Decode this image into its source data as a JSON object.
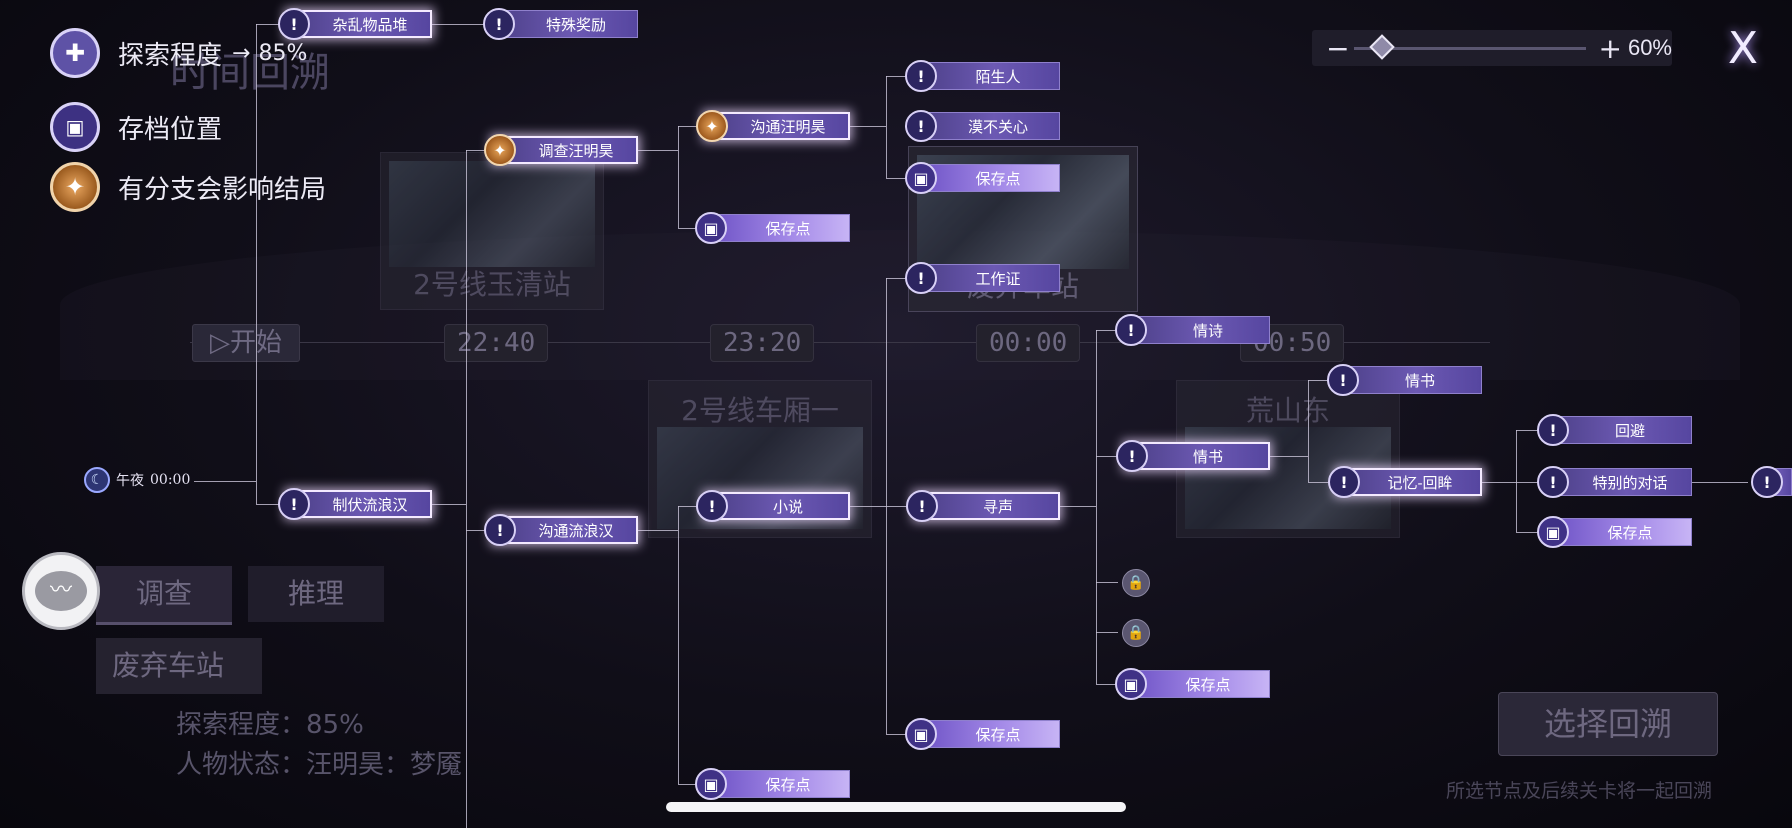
{
  "legend": {
    "exploration_label": "探索程度",
    "exploration_arrow": "→",
    "exploration_value": "85%",
    "save_label": "存档位置",
    "branch_label": "有分支会影响结局",
    "icons": [
      "puzzle-icon",
      "folder-icon",
      "branch-icon"
    ]
  },
  "background": {
    "title_faded": "时间回溯",
    "scenes": [
      "2号线玉清站",
      "2号线车厢一",
      "废弃车站",
      "荒山东"
    ],
    "start_label": "开始",
    "times": [
      "22:40",
      "23:20",
      "00:00",
      "00:50"
    ],
    "tabs": [
      "调查",
      "推理"
    ],
    "location": "废弃车站",
    "exploration_line": "探索程度：85%",
    "status_line": "人物状态：汪明昊：梦魇",
    "confirm_button": "选择回溯",
    "hint": "所选节点及后续关卡将一起回溯"
  },
  "zoom": {
    "minus": "−",
    "plus": "+",
    "value": "60%",
    "level": 0.12
  },
  "close_label": "X",
  "midnight": {
    "label": "午夜",
    "time": "00:00"
  },
  "nodes": {
    "n1": "杂乱物品堆",
    "n2": "特殊奖励",
    "n3": "调查汪明昊",
    "n4": "沟通汪明昊",
    "n5": "保存点",
    "n6": "陌生人",
    "n7": "漠不关心",
    "n8": "保存点",
    "n9": "工作证",
    "n10": "制伏流浪汉",
    "n11": "沟通流浪汉",
    "n12": "小说",
    "n13": "寻声",
    "n14": "情诗",
    "n15": "情书",
    "n16": "情书",
    "n17": "记忆-回眸",
    "n18": "回避",
    "n19": "特别的对话",
    "n20": "保存点",
    "n21": "保存点",
    "n22": "保存点",
    "n23": "保存点"
  },
  "colors": {
    "node": "#6c59b3",
    "save_node": "#a48ae8",
    "accent_glow": "#f4eaff",
    "branch": "#e9a65b"
  }
}
